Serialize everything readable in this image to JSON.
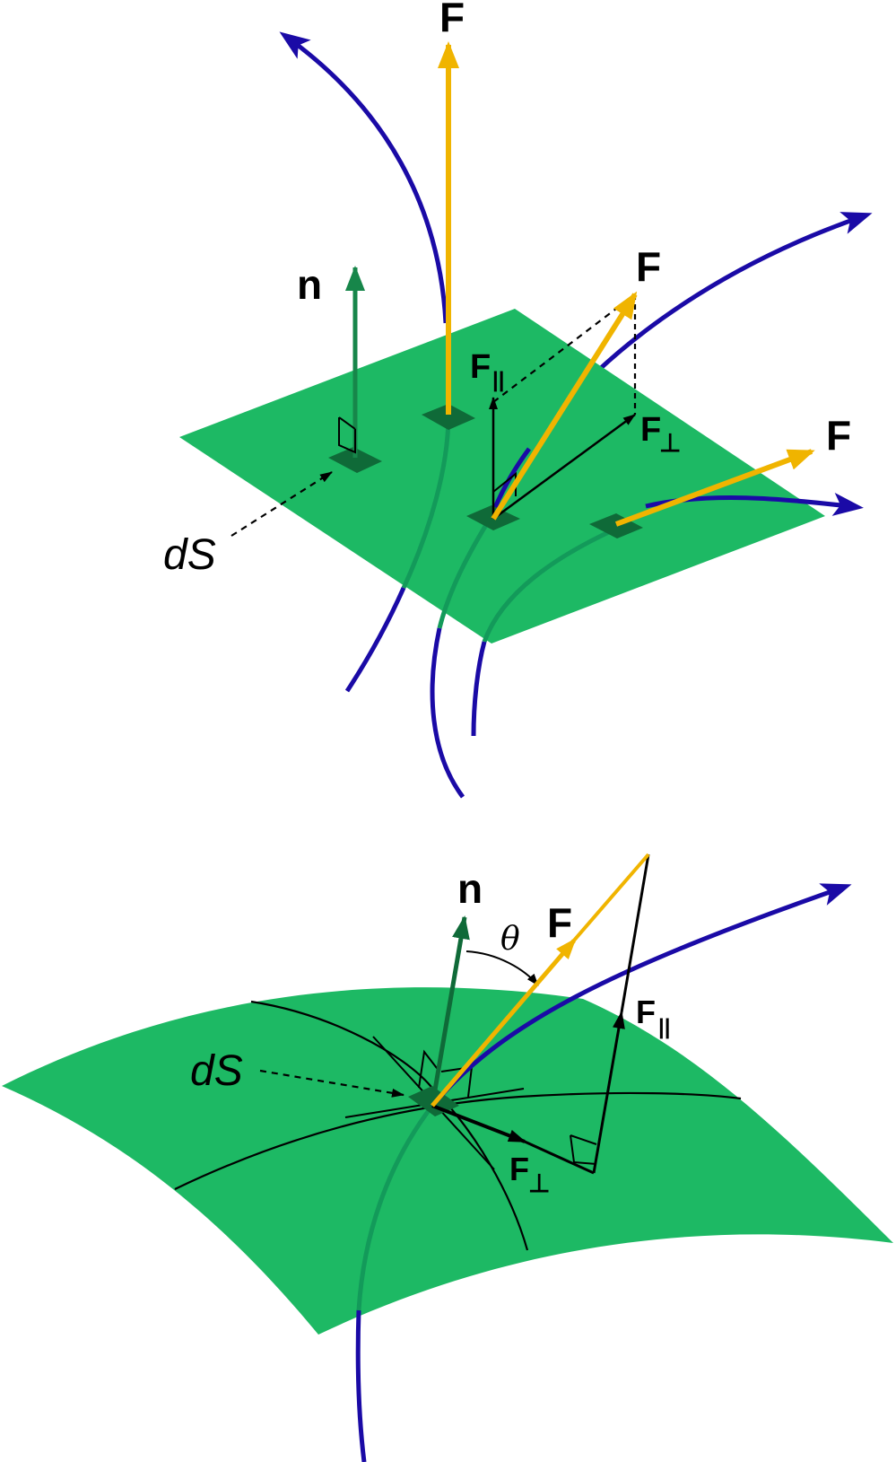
{
  "colors": {
    "surface": "#1db964",
    "patch": "#0f6a38",
    "field_line": "#1a0aa6",
    "field_line_inside": "#139a5a",
    "force": "#f0b400",
    "normal": "#17864a",
    "component": "#000000"
  },
  "labels": {
    "force": "F",
    "normal": "n",
    "area": "dS",
    "parallel_sub": "||",
    "perp_sub": "⊥",
    "angle": "θ"
  }
}
